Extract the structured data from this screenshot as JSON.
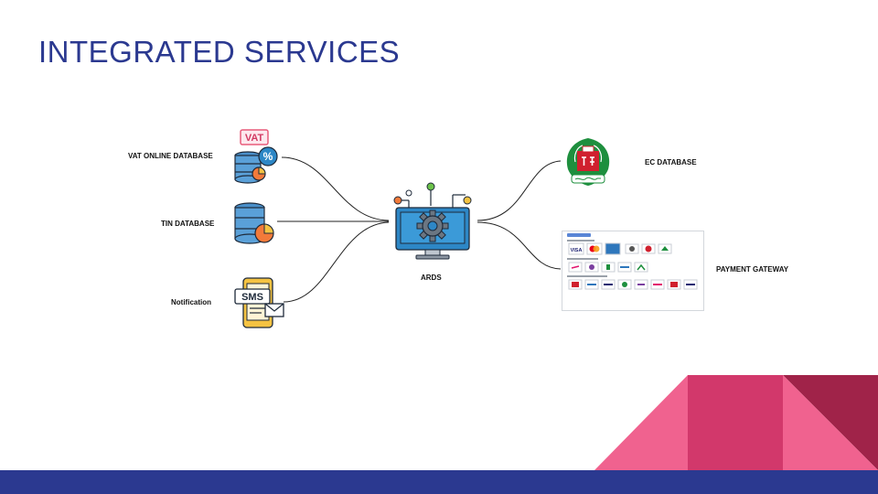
{
  "slide": {
    "title": "INTEGRATED SERVICES"
  },
  "nodes": {
    "vat": {
      "label": "VAT ONLINE DATABASE",
      "badge": "VAT",
      "symbol": "%"
    },
    "tin": {
      "label": "TIN DATABASE"
    },
    "notification": {
      "label": "Notification",
      "badge": "SMS"
    },
    "ards": {
      "label": "ARDS"
    },
    "ec": {
      "label": "EC DATABASE"
    },
    "payment": {
      "label": "PAYMENT GATEWAY",
      "card_text": "VISA"
    }
  },
  "colors": {
    "title": "#2b3990",
    "bottom_bar": "#2b3990",
    "pink": "#f0628f",
    "magenta": "#d2386b",
    "crimson": "#a02349",
    "monitor": "#2d87c6"
  },
  "icons": [
    "database-vat-icon",
    "database-tin-icon",
    "sms-phone-icon",
    "gear-monitor-icon",
    "election-commission-logo",
    "payment-gateway-screenshot"
  ]
}
